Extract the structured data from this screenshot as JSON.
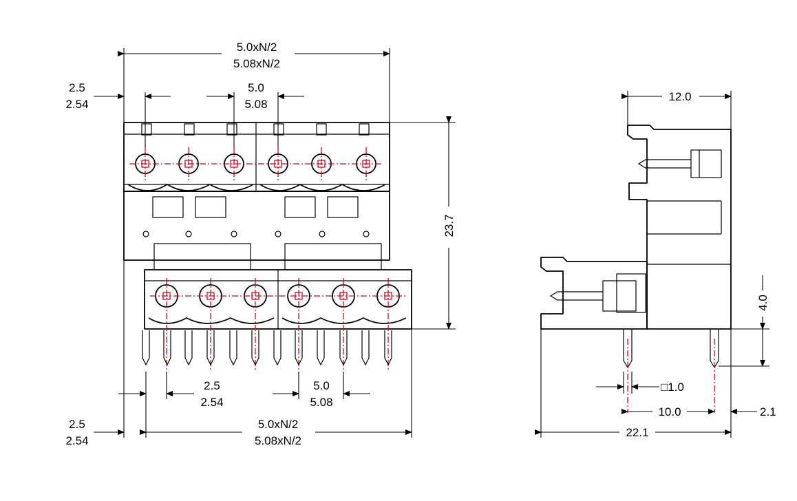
{
  "front_view": {
    "top_width": [
      "5.0xN/2",
      "5.08xN/2"
    ],
    "left_offset_top": [
      "2.5",
      "2.54"
    ],
    "pitch_top": [
      "5.0",
      "5.08"
    ],
    "height": "23.7",
    "pin_offset": [
      "2.5",
      "2.54"
    ],
    "pitch_bottom": [
      "5.0",
      "5.08"
    ],
    "left_offset_bottom": [
      "2.5",
      "2.54"
    ],
    "bottom_width": [
      "5.0xN/2",
      "5.08xN/2"
    ]
  },
  "side_view": {
    "top_width": "12.0",
    "pin_length": "4.0",
    "pin_size": "□1.0",
    "pin_spacing": "10.0",
    "pin_edge_offset": "2.1",
    "total_depth": "22.1"
  },
  "colors": {
    "line": "#000000",
    "centerline": "#e8001c"
  }
}
